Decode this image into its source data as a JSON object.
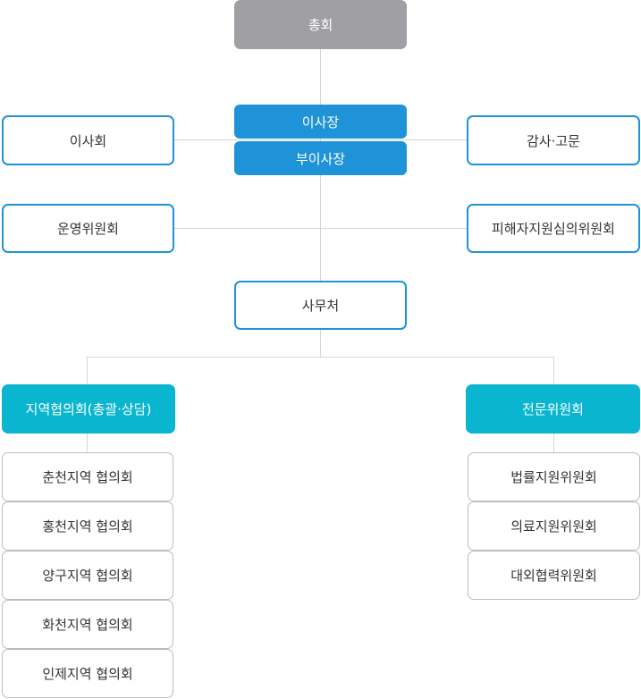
{
  "general_assembly": "총회",
  "chairman": "이사장",
  "vice_chairman": "부이사장",
  "board": "이사회",
  "audit": "감사·고문",
  "steering": "운영위원회",
  "damage_review": "피해자지원심의위원회",
  "secretariat": "사무처",
  "regional": {
    "title": "지역협의회(총괄·상담)",
    "items": [
      "춘천지역 협의회",
      "홍천지역 협의회",
      "양구지역 협의회",
      "화천지역 협의회",
      "인제지역 협의회"
    ]
  },
  "expert": {
    "title": "전문위원회",
    "items": [
      "법률지원위원회",
      "의료지원위원회",
      "대외협력위원회"
    ]
  },
  "colors": {
    "gray": "#a0a0a4",
    "blue": "#1f93d8",
    "teal": "#0ab5cf",
    "line": "#d6d6d6"
  }
}
